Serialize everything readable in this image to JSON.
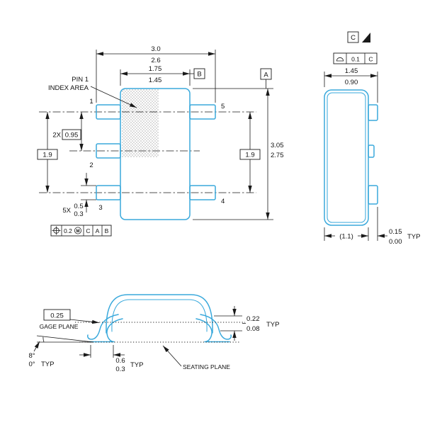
{
  "drawing": {
    "colors": {
      "outline": "#3aa9dc",
      "dimension": "#1a1a1a"
    },
    "top_view": {
      "overall_width": {
        "max": "3.0",
        "min": "2.6"
      },
      "body_width": {
        "max": "1.75",
        "min": "1.45"
      },
      "overall_length": {
        "max": "3.05",
        "min": "2.75"
      },
      "pitch": {
        "prefix": "2X",
        "value": "0.95"
      },
      "span_left": "1.9",
      "span_right": "1.9",
      "lead_width": {
        "prefix": "5X",
        "max": "0.5",
        "min": "0.3"
      },
      "datum_a": "A",
      "datum_b": "B",
      "pin1_note": {
        "line1": "PIN 1",
        "line2": "INDEX AREA"
      },
      "pins": {
        "p1": "1",
        "p2": "2",
        "p3": "3",
        "p4": "4",
        "p5": "5"
      },
      "position_fcf": {
        "tolerance": "0.2",
        "modifier": "M",
        "datum1": "C",
        "datum2": "A",
        "datum3": "B"
      }
    },
    "side_view": {
      "datum_c": "C",
      "profile_fcf": {
        "tolerance": "0.1",
        "datum": "C"
      },
      "height": {
        "max": "1.45",
        "min": "0.90"
      },
      "body_width_ref": "(1.1)",
      "standoff": {
        "max": "0.15",
        "min": "0.00",
        "qualifier": "TYP"
      }
    },
    "lead_detail": {
      "gage_offset": "0.25",
      "gage_plane_label": "GAGE PLANE",
      "lead_thickness": {
        "max": "0.22",
        "min": "0.08",
        "qualifier": "TYP"
      },
      "lead_angle": {
        "max": "8°",
        "min": "0°",
        "qualifier": "TYP"
      },
      "foot_length": {
        "max": "0.6",
        "min": "0.3",
        "qualifier": "TYP"
      },
      "seating_plane_label": "SEATING PLANE"
    }
  }
}
